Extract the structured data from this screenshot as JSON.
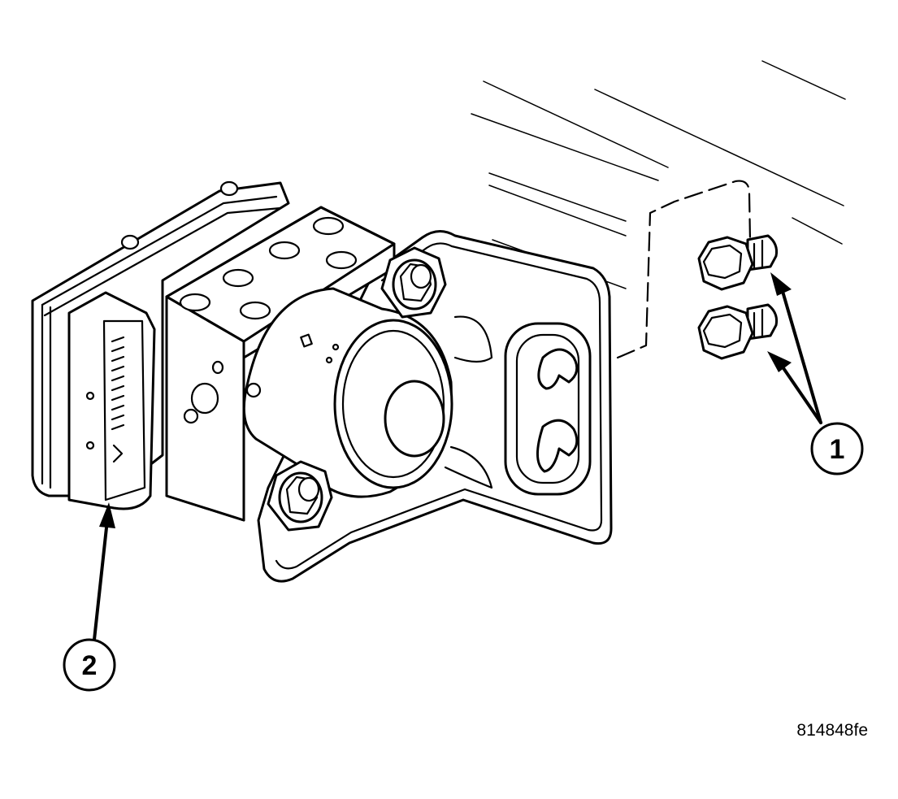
{
  "callouts": [
    {
      "id": "1",
      "label": "1"
    },
    {
      "id": "2",
      "label": "2"
    }
  ],
  "figure_id": "814848fe",
  "colors": {
    "line": "#000000",
    "background": "#ffffff"
  }
}
